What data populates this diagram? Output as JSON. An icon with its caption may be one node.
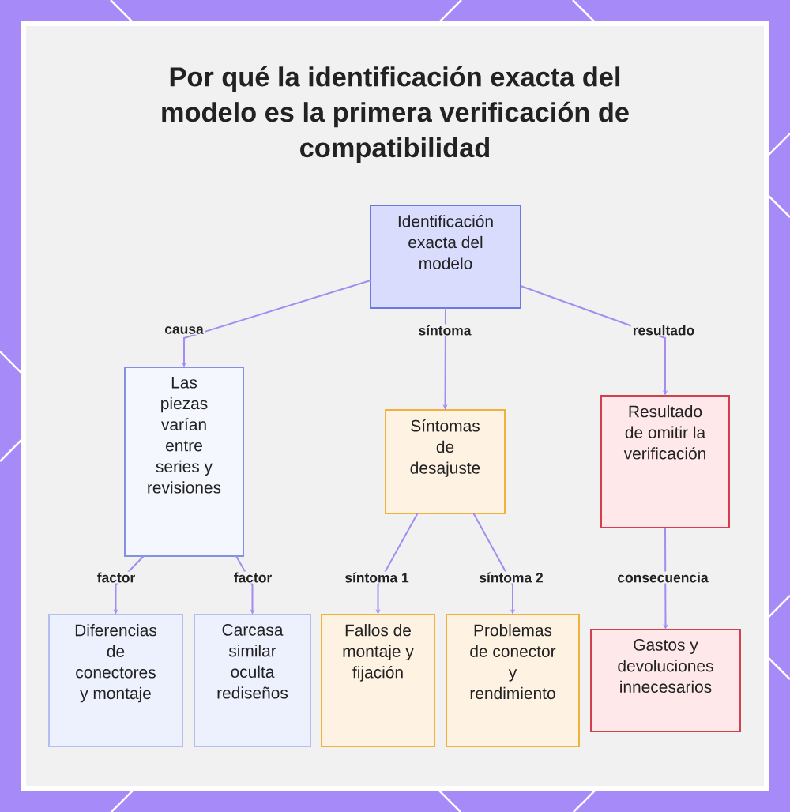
{
  "diagram": {
    "title": "Por qué la identificación exacta del modelo es la primera verificación de compatibilidad",
    "nodes": [
      {
        "text": [
          "Identificación exacta del modelo"
        ]
      },
      {
        "text": [
          "Las piezas varían entre series y revisiones"
        ]
      },
      {
        "text": [
          "Síntomas de desajuste"
        ]
      },
      {
        "text": [
          "Resultado de omitir la verificación"
        ]
      },
      {
        "text": [
          "Diferencias de conectores y montaje"
        ]
      },
      {
        "text": [
          "Carcasa similar oculta rediseños"
        ]
      },
      {
        "text": [
          "Fallos de montaje y fijación"
        ]
      },
      {
        "text": [
          "Problemas de conector y rendimiento"
        ]
      },
      {
        "text": [
          "Gastos y devoluciones innecesarios"
        ]
      }
    ],
    "edges": [
      {
        "from": 0,
        "to": 1,
        "arrow": "to",
        "label": "causa"
      },
      {
        "from": 0,
        "to": 2,
        "arrow": "to",
        "label": "síntoma"
      },
      {
        "from": 0,
        "to": 3,
        "arrow": "to",
        "label": "resultado"
      },
      {
        "from": 1,
        "to": 4,
        "arrow": "to",
        "label": "factor"
      },
      {
        "from": 1,
        "to": 5,
        "arrow": "to",
        "label": "factor"
      },
      {
        "from": 2,
        "to": 6,
        "arrow": "to",
        "label": "síntoma 1"
      },
      {
        "from": 2,
        "to": 7,
        "arrow": "to",
        "label": "síntoma 2"
      },
      {
        "from": 3,
        "to": 8,
        "arrow": "to",
        "label": "consecuencia"
      }
    ]
  }
}
